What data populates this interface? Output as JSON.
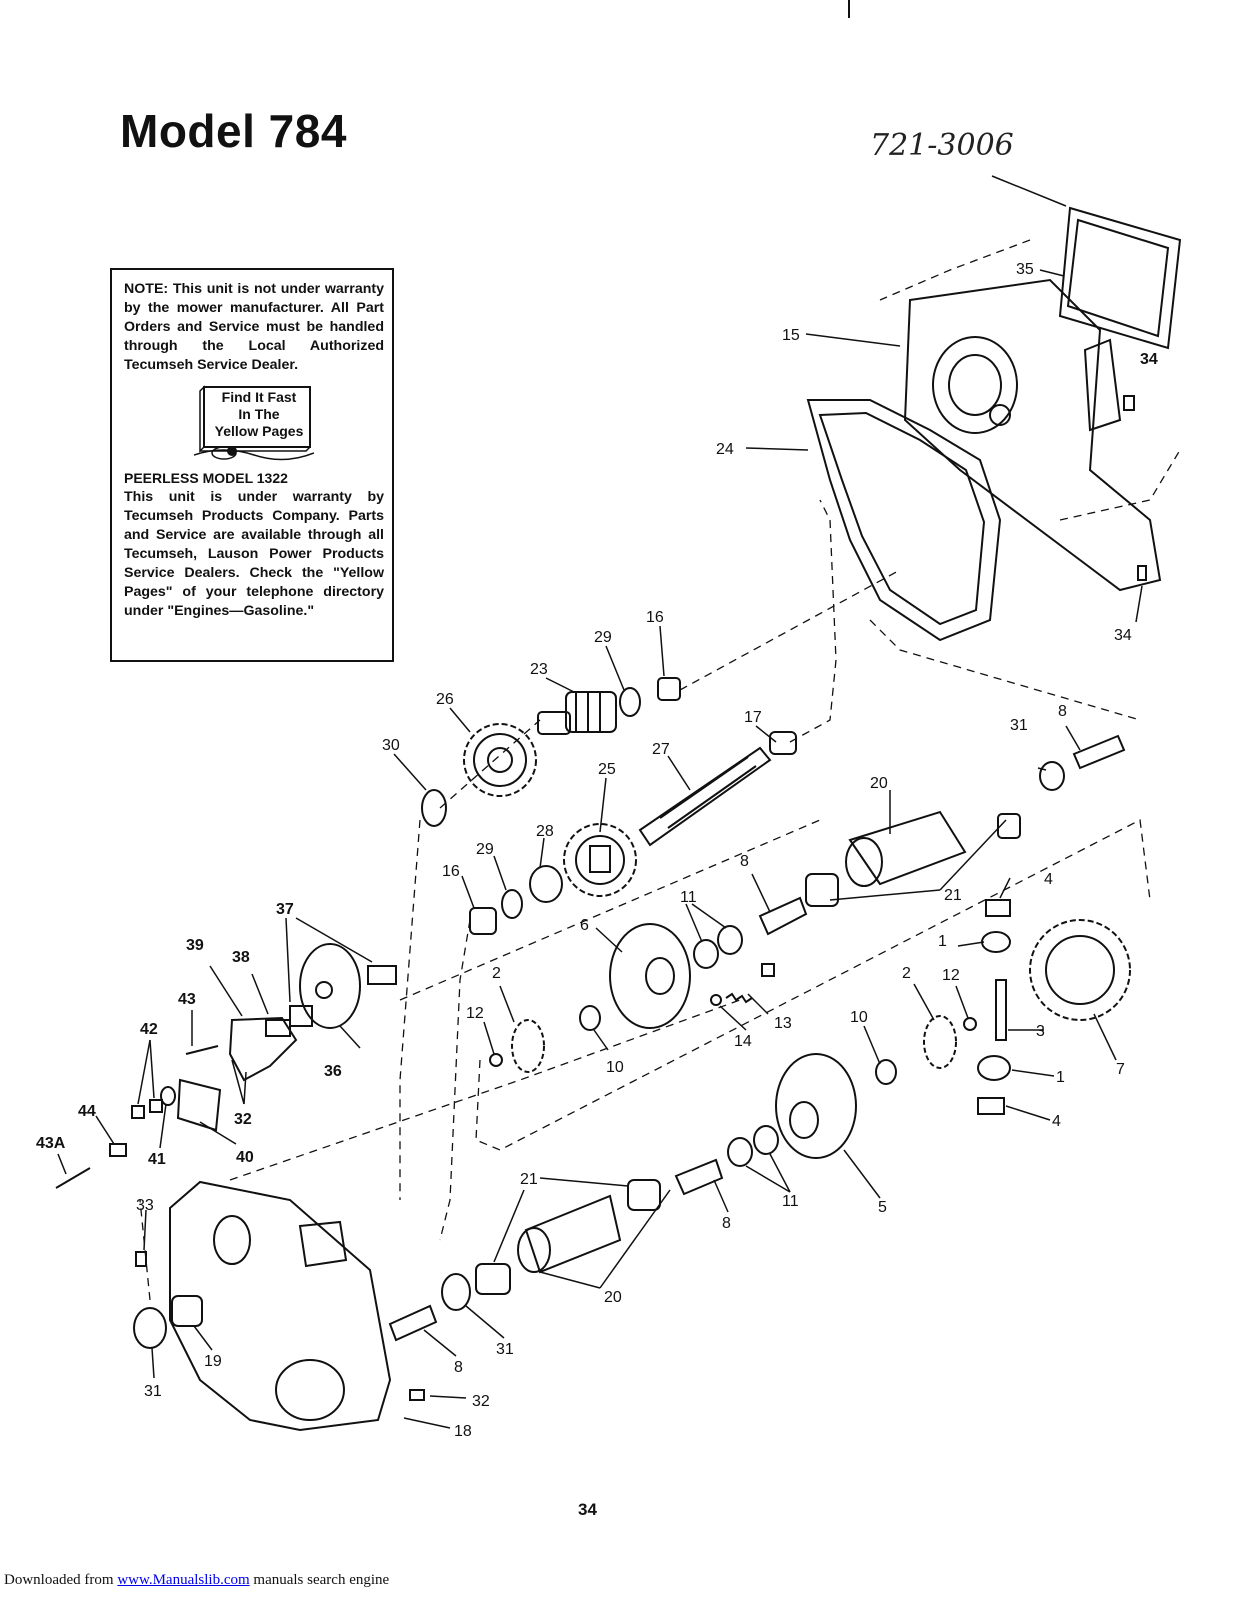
{
  "page": {
    "title": "Model 784",
    "handwritten_part_number": "721-3006",
    "page_number": "34"
  },
  "note_box": {
    "note_text": "NOTE: This unit is not under warranty by the mower manufacturer. All Part Orders and Service must be handled through the Local Authorized Tecumseh Service Dealer.",
    "book_line_1": "Find It Fast",
    "book_line_2": "In The",
    "book_line_3": "Yellow Pages",
    "peerless_title": "PEERLESS MODEL 1322",
    "peerless_text": "This unit is under warranty by Tecumseh Products Company. Parts and Service are available through all Tecumseh, Lauson Power Products Service Dealers. Check the \"Yellow Pages\" of your telephone directory under \"Engines—Gasoline.\""
  },
  "callouts": {
    "c1a": "1",
    "c1b": "1",
    "c2a": "2",
    "c2b": "2",
    "c3": "3",
    "c4a": "4",
    "c4b": "4",
    "c5": "5",
    "c6": "6",
    "c7": "7",
    "c8a": "8",
    "c8b": "8",
    "c8c": "8",
    "c8d": "8",
    "c10a": "10",
    "c10b": "10",
    "c11a": "11",
    "c11b": "11",
    "c12a": "12",
    "c12b": "12",
    "c13": "13",
    "c14": "14",
    "c15": "15",
    "c16a": "16",
    "c16b": "16",
    "c17": "17",
    "c18": "18",
    "c19": "19",
    "c20a": "20",
    "c20b": "20",
    "c21a": "21",
    "c21b": "21",
    "c23": "23",
    "c24": "24",
    "c25": "25",
    "c26": "26",
    "c27": "27",
    "c28": "28",
    "c29a": "29",
    "c29b": "29",
    "c30": "30",
    "c31a": "31",
    "c31b": "31",
    "c31c": "31",
    "c32a": "32",
    "c32b": "32",
    "c33": "33",
    "c34a": "34",
    "c34b": "34",
    "c35": "35",
    "c36": "36",
    "c37": "37",
    "c38": "38",
    "c39": "39",
    "c40": "40",
    "c41": "41",
    "c42": "42",
    "c43": "43",
    "c43a": "43A",
    "c44": "44"
  },
  "footer": {
    "prefix": "Downloaded from ",
    "link_text": "www.Manualslib.com",
    "suffix": " manuals search engine"
  },
  "colors": {
    "ink": "#111111",
    "paper": "#ffffff",
    "link": "#0000ee"
  }
}
